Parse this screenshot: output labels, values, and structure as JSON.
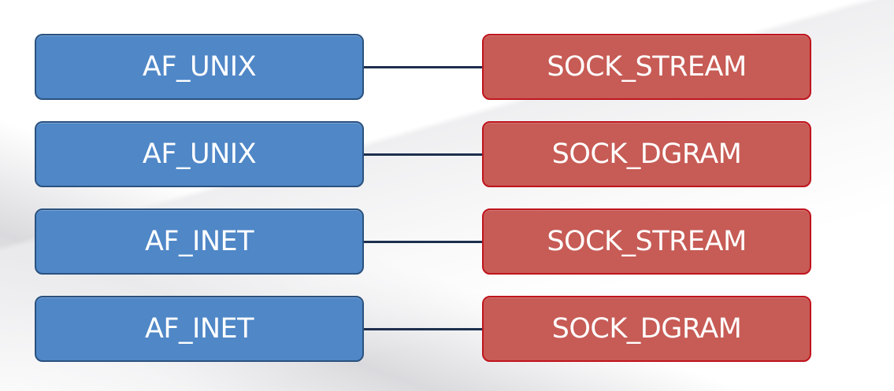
{
  "diagram": {
    "rows": [
      {
        "family": "AF_UNIX",
        "type": "SOCK_STREAM"
      },
      {
        "family": "AF_UNIX",
        "type": "SOCK_DGRAM"
      },
      {
        "family": "AF_INET",
        "type": "SOCK_STREAM"
      },
      {
        "family": "AF_INET",
        "type": "SOCK_DGRAM"
      }
    ],
    "colors": {
      "family_fill": "#4f87c7",
      "family_border": "#2b527f",
      "type_fill": "#c75b55",
      "type_border": "#c0141d",
      "connector": "#1d2f4e"
    }
  }
}
